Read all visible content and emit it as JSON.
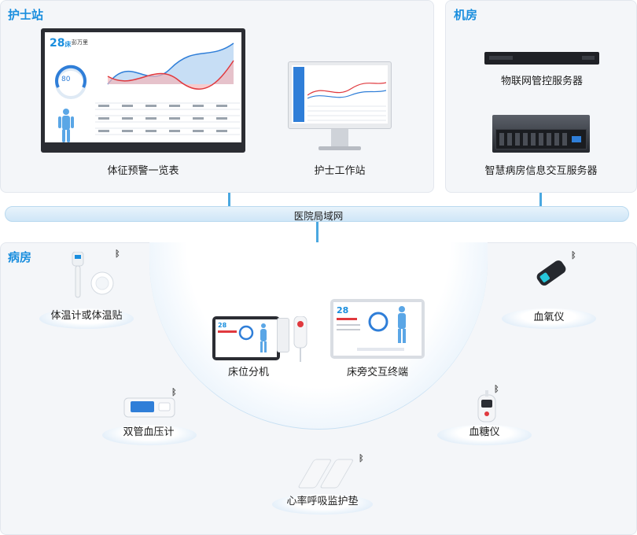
{
  "nurse_station": {
    "title": "护士站",
    "vitals_board_label": "体征预警一览表",
    "workstation_label": "护士工作站"
  },
  "machine_room": {
    "title": "机房",
    "iot_server_label": "物联网管控服务器",
    "ward_server_label": "智慧病房信息交互服务器"
  },
  "lan": {
    "label": "医院局域网"
  },
  "ward": {
    "title": "病房",
    "devices": {
      "thermometer": "体温计或体温贴",
      "oximeter": "血氧仪",
      "bed_unit": "床位分机",
      "bedside_terminal": "床旁交互终端",
      "bp_monitor": "双管血压计",
      "glucose_meter": "血糖仪",
      "breath_pad": "心率呼吸监护垫"
    }
  },
  "screen_text": {
    "bed_number": "28",
    "bed_unit_char": "床",
    "patient_name": "彭万里",
    "bp_value": "80"
  },
  "colors": {
    "accent": "#1a8ede",
    "connector": "#4aa8e0",
    "chart_red": "#e0393e",
    "chart_blue": "#2f7ed8"
  },
  "icons": [
    "bluetooth-icon",
    "body-figure-icon",
    "wave-chart-icon"
  ]
}
